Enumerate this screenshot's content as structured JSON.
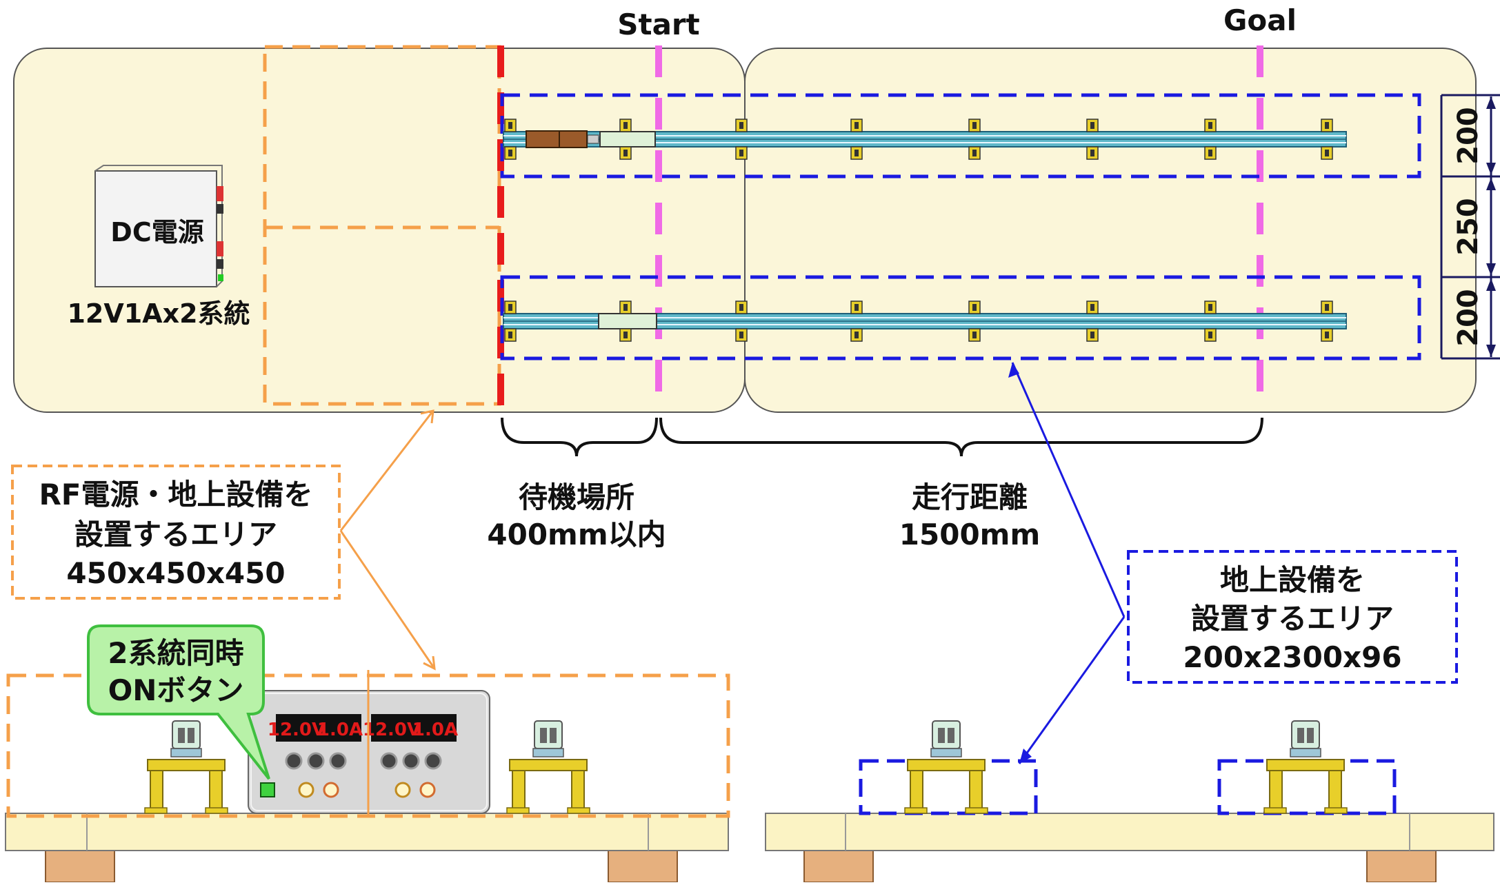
{
  "markers": {
    "start": "Start",
    "goal": "Goal"
  },
  "dc_supply": {
    "title": "DC電源",
    "spec": "12V1Ax2系統"
  },
  "dimensions": {
    "lane1": "200",
    "gap": "250",
    "lane2": "200"
  },
  "brackets": {
    "standby": {
      "line1": "待機場所",
      "line2": "400mm以内"
    },
    "travel": {
      "line1": "走行距離",
      "line2": "1500mm"
    }
  },
  "rf_area": {
    "line1": "RF電源・地上設備を",
    "line2": "設置するエリア",
    "line3": "450x450x450"
  },
  "ground_area": {
    "line1": "地上設備を",
    "line2": "設置するエリア",
    "line3": "200x2300x96"
  },
  "callout": {
    "line1": "2系統同時",
    "line2": "ONボタン"
  },
  "psu_displays": [
    {
      "voltage": "12.0V",
      "current": "1.0A"
    },
    {
      "voltage": "12.0V",
      "current": "1.0A"
    }
  ],
  "colors": {
    "table": "#fbf6d9",
    "orange": "#f5a04a",
    "blue": "#1a1ae0",
    "magenta": "#f06ae6",
    "red": "#e81c1c",
    "rail": "#5fb8c9",
    "callout_fill": "#b8f2a8",
    "callout_border": "#3fbf3f"
  }
}
